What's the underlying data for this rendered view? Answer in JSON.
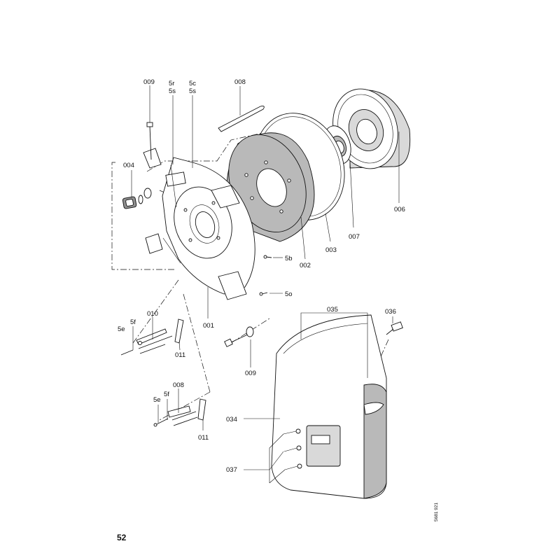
{
  "page_number": "52",
  "doc_code": "5681 921",
  "callouts": {
    "c009_top": "009",
    "c5r": "5r",
    "c5s_a": "5s",
    "c5c": "5c",
    "c5s_b": "5s",
    "c008_top": "008",
    "c004": "004",
    "c006": "006",
    "c007": "007",
    "c003": "003",
    "c002": "002",
    "c5b": "5b",
    "c5o": "5o",
    "c001": "001",
    "c010": "010",
    "c5e_a": "5e",
    "c5f_a": "5f",
    "c011_a": "011",
    "c009_bot": "009",
    "c035": "035",
    "c036": "036",
    "c008_bot": "008",
    "c5f_b": "5f",
    "c5e_b": "5e",
    "c011_b": "011",
    "c034": "034",
    "c037": "037"
  }
}
